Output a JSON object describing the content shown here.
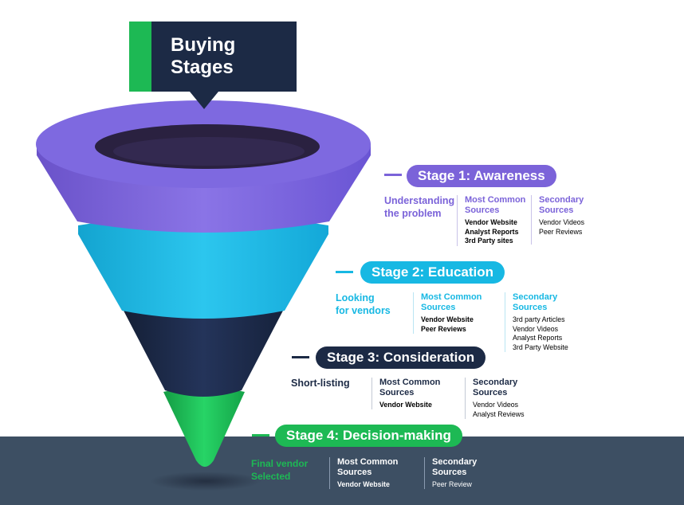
{
  "title": {
    "text": "Buying\nStages"
  },
  "colors": {
    "awareness": "#7b63d9",
    "education": "#17b8e3",
    "consideration": "#1c2a45",
    "decision": "#1db954",
    "band": "#3d4f63"
  },
  "stages": [
    {
      "label": "Stage 1: Awareness",
      "lead": "Understanding\nthe problem",
      "most_common_heading": "Most Common\nSources",
      "most_common": [
        "Vendor Website",
        "Analyst Reports",
        "3rd Party sites"
      ],
      "secondary_heading": "Secondary\nSources",
      "secondary": [
        "Vendor Videos",
        "Peer Reviews"
      ]
    },
    {
      "label": "Stage 2: Education",
      "lead": "Looking\nfor vendors",
      "most_common_heading": "Most Common\nSources",
      "most_common": [
        "Vendor Website",
        "Peer Reviews"
      ],
      "secondary_heading": "Secondary\nSources",
      "secondary": [
        "3rd party Articles",
        "Vendor Videos",
        "Analyst Reports",
        "3rd Party Website"
      ]
    },
    {
      "label": "Stage 3: Consideration",
      "lead": "Short-listing",
      "most_common_heading": "Most Common\nSources",
      "most_common": [
        "Vendor Website"
      ],
      "secondary_heading": "Secondary\nSources",
      "secondary": [
        "Vendor Videos",
        "Analyst Reviews"
      ]
    },
    {
      "label": "Stage 4: Decision-making",
      "lead": "Final vendor\nSelected",
      "most_common_heading": "Most Common\nSources",
      "most_common": [
        "Vendor Website"
      ],
      "secondary_heading": "Secondary\nSources",
      "secondary": [
        "Peer Review"
      ]
    }
  ]
}
